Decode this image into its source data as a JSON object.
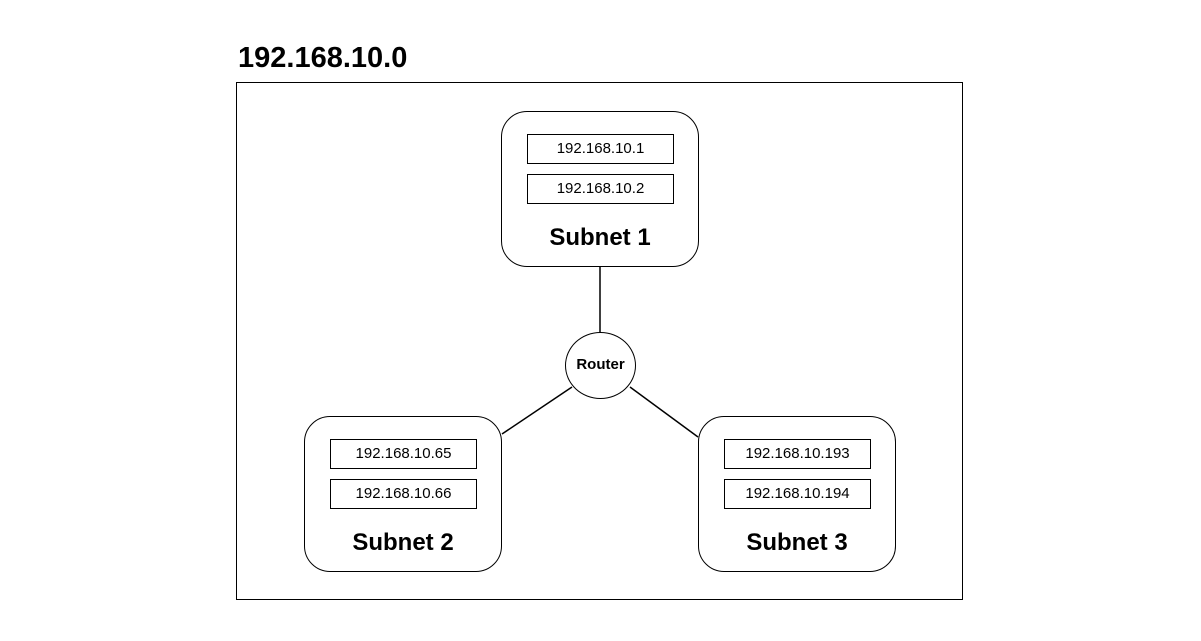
{
  "network": {
    "address": "192.168.10.0"
  },
  "router": {
    "label": "Router"
  },
  "subnets": [
    {
      "label": "Subnet 1",
      "hosts": [
        "192.168.10.1",
        "192.168.10.2"
      ]
    },
    {
      "label": "Subnet 2",
      "hosts": [
        "192.168.10.65",
        "192.168.10.66"
      ]
    },
    {
      "label": "Subnet 3",
      "hosts": [
        "192.168.10.193",
        "192.168.10.194"
      ]
    }
  ],
  "colors": {
    "stroke": "#000000",
    "background": "#ffffff"
  }
}
